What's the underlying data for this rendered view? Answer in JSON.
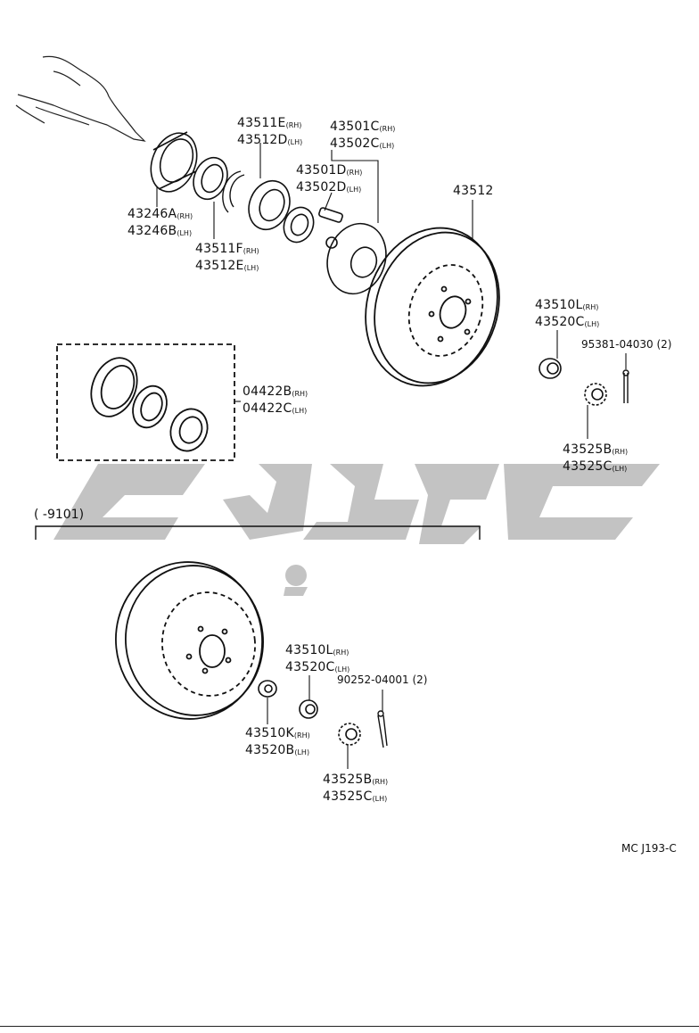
{
  "labels": [
    {
      "name": "bearing-outer-seal-label",
      "lines": [
        {
          "pn": "43246A",
          "side": "(RH)"
        },
        {
          "pn": "43246B",
          "side": "(LH)"
        }
      ]
    },
    {
      "name": "bearing-inner-label",
      "lines": [
        {
          "pn": "43511E",
          "side": "(RH)"
        },
        {
          "pn": "43512D",
          "side": "(LH)"
        }
      ]
    },
    {
      "name": "bearing-snap-label",
      "lines": [
        {
          "pn": "43511F",
          "side": "(RH)"
        },
        {
          "pn": "43512E",
          "side": "(LH)"
        }
      ]
    },
    {
      "name": "hub-label",
      "lines": [
        {
          "pn": "43501C",
          "side": "(RH)"
        },
        {
          "pn": "43502C",
          "side": "(LH)"
        }
      ]
    },
    {
      "name": "hub-bolt-label",
      "lines": [
        {
          "pn": "43501D",
          "side": "(RH)"
        },
        {
          "pn": "43502D",
          "side": "(LH)"
        }
      ]
    },
    {
      "name": "disc-label",
      "lines": [
        {
          "pn": "43512",
          "side": ""
        }
      ]
    },
    {
      "name": "bearing-kit-label",
      "lines": [
        {
          "pn": "04422B",
          "side": "(RH)"
        },
        {
          "pn": "04422C",
          "side": "(LH)"
        }
      ]
    },
    {
      "name": "hub-nut-upper-label",
      "lines": [
        {
          "pn": "43510L",
          "side": "(RH)"
        },
        {
          "pn": "43520C",
          "side": "(LH)"
        }
      ]
    },
    {
      "name": "nut-lock-cap-upper-label",
      "lines": [
        {
          "pn": "43525B",
          "side": "(RH)"
        },
        {
          "pn": "43525C",
          "side": "(LH)"
        }
      ]
    },
    {
      "name": "hub-nut-lower-label",
      "lines": [
        {
          "pn": "43510L",
          "side": "(RH)"
        },
        {
          "pn": "43520C",
          "side": "(LH)"
        }
      ]
    },
    {
      "name": "washer-lower-label",
      "lines": [
        {
          "pn": "43510K",
          "side": "(RH)"
        },
        {
          "pn": "43520B",
          "side": "(LH)"
        }
      ]
    },
    {
      "name": "nut-lock-cap-lower-label",
      "lines": [
        {
          "pn": "43525B",
          "side": "(RH)"
        },
        {
          "pn": "43525C",
          "side": "(LH)"
        }
      ]
    }
  ],
  "cotter_pin_upper": "95381-04030 (2)",
  "cotter_pin_lower": "90252-04001 (2)",
  "variant_range": "(    -9101)",
  "drawing_ref": "MC J193-C",
  "colors": {
    "ink": "#111111",
    "watermark": "#bdbdbd"
  }
}
